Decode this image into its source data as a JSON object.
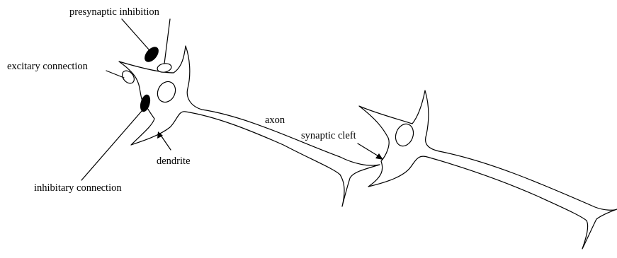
{
  "labels": {
    "presynaptic_inhibition": "presynaptic inhibition",
    "excitary_connection": "excitary connection",
    "inhibitary_connection": "inhibitary connection",
    "dendrite": "dendrite",
    "axon": "axon",
    "synaptic_cleft": "synaptic cleft"
  },
  "colors": {
    "line": "#000000",
    "inhibitory_fill": "#000000",
    "excitatory_fill": "#ffffff"
  }
}
